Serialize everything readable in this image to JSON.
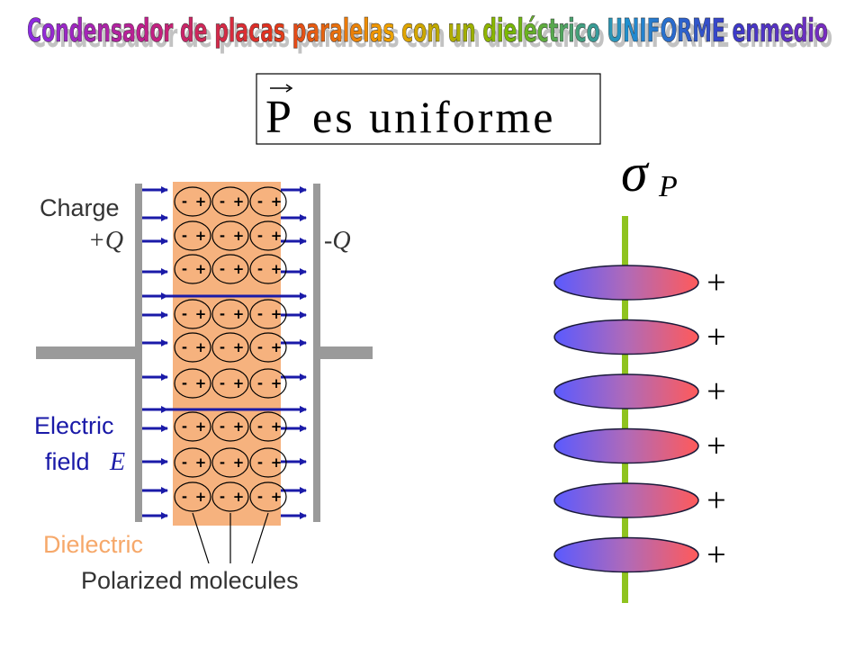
{
  "title": "Condensador de placas paralelas con un dieléctrico UNIFORME enmedio",
  "formula": {
    "vector_symbol": "P",
    "text": "es uniforme"
  },
  "sigma_label": {
    "symbol": "σ",
    "subscript": "P"
  },
  "capacitor": {
    "charge_label": "Charge",
    "plus_q": "+Q",
    "minus_q": "-Q",
    "field_label_line1": "Electric",
    "field_label_line2": "field",
    "field_symbol": "E",
    "dielectric_label": "Dielectric",
    "molecules_label": "Polarized molecules",
    "molecule_neg": "-",
    "molecule_pos": "+"
  },
  "right_diagram": {
    "plus_sign": "+",
    "molecule_count": 6
  },
  "colors": {
    "field_arrow": "#1a1aa8",
    "plate": "#9a9a9a",
    "dielectric": "#f6b27e",
    "axis_line": "#8fc31f",
    "molecule_left": "#5a5aff",
    "molecule_right": "#ff5a5a",
    "dielectric_text": "#f6a86a",
    "field_text": "#1a1aa8"
  }
}
